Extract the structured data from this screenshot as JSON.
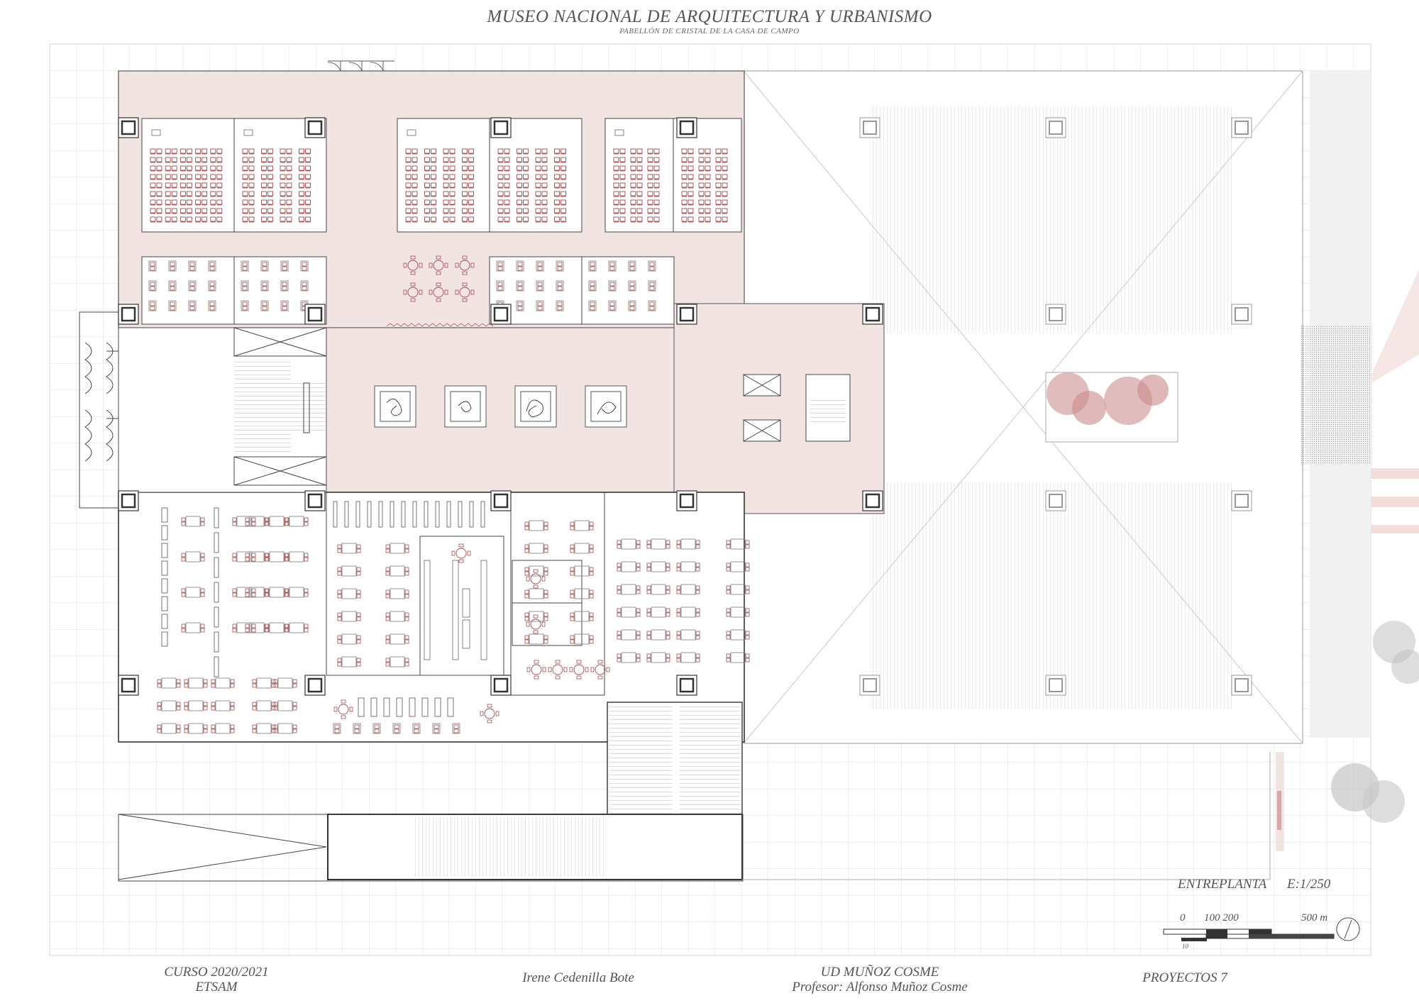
{
  "header": {
    "title": "MUSEO NACIONAL DE ARQUITECTURA Y URBANISMO",
    "subtitle": "PABELLÓN DE CRISTAL DE LA CASA DE CAMPO"
  },
  "plan": {
    "label": "ENTREPLANTA",
    "scale": "E:1/250",
    "scale_bar": {
      "zero": "0",
      "marks": "100 200",
      "end": "500 m",
      "small": "10"
    }
  },
  "footer": {
    "course": "CURSO 2020/2021",
    "school": "ETSAM",
    "author": "Irene Cedenilla Bote",
    "unit": "UD MUÑOZ COSME",
    "professor": "Profesor: Alfonso Muñoz Cosme",
    "project": "PROYECTOS 7"
  },
  "colors": {
    "pink_fill": "#f3e4e4",
    "line": "#555555",
    "grid": "#e3e3e3",
    "furniture": "#a04c4c",
    "tree": "#c98a8a"
  }
}
